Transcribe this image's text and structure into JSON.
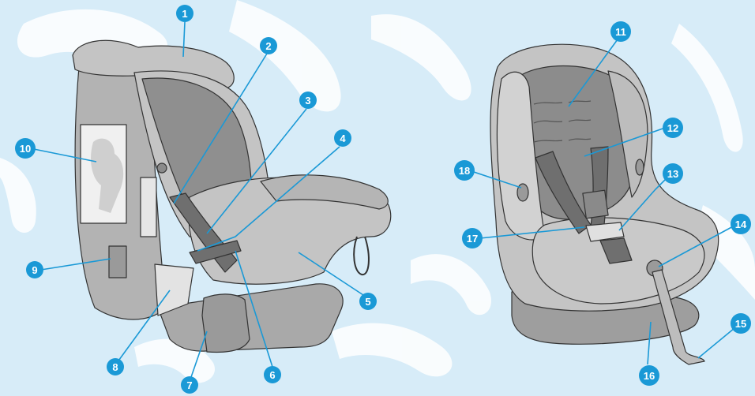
{
  "diagram": {
    "callouts": [
      {
        "id": "1",
        "label": "1"
      },
      {
        "id": "2",
        "label": "2"
      },
      {
        "id": "3",
        "label": "3"
      },
      {
        "id": "4",
        "label": "4"
      },
      {
        "id": "5",
        "label": "5"
      },
      {
        "id": "6",
        "label": "6"
      },
      {
        "id": "7",
        "label": "7"
      },
      {
        "id": "8",
        "label": "8"
      },
      {
        "id": "9",
        "label": "9"
      },
      {
        "id": "10",
        "label": "10"
      },
      {
        "id": "11",
        "label": "11"
      },
      {
        "id": "12",
        "label": "12"
      },
      {
        "id": "13",
        "label": "13"
      },
      {
        "id": "14",
        "label": "14"
      },
      {
        "id": "15",
        "label": "15"
      },
      {
        "id": "16",
        "label": "16"
      },
      {
        "id": "17",
        "label": "17"
      },
      {
        "id": "18",
        "label": "18"
      }
    ],
    "colors": {
      "background": "#d7ecf8",
      "swirl": "#ffffff",
      "callout": "#1a99d6",
      "shell_light": "#c4c4c4",
      "shell_mid": "#a9a9a9",
      "shell_dark": "#8a8a8a",
      "strap": "#6f6f6f",
      "outline": "#333333"
    }
  }
}
